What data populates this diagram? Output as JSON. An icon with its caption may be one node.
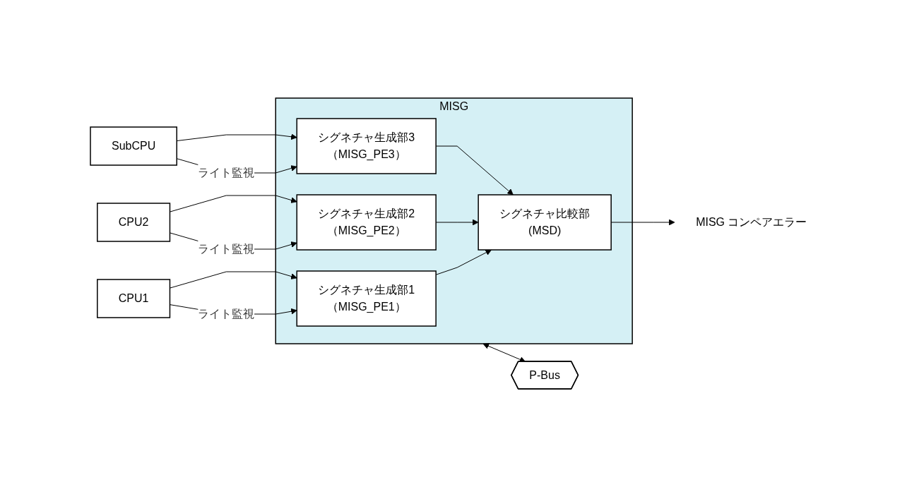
{
  "diagram": {
    "nodes": [
      {
        "text": [
          "CPU1"
        ]
      },
      {
        "text": [
          "CPU2"
        ]
      },
      {
        "text": [
          "SubCPU"
        ]
      },
      {
        "text": [
          "MISG"
        ]
      },
      {
        "text": [
          "シグネチャ生成部1",
          "（MISG_PE1）"
        ],
        "in": 3
      },
      {
        "text": [
          "シグネチャ生成部2",
          "（MISG_PE2）"
        ],
        "in": 3
      },
      {
        "text": [
          "シグネチャ生成部3",
          "（MISG_PE3）"
        ],
        "in": 3
      },
      {
        "text": [
          "シグネチャ比較部",
          "(MSD)"
        ],
        "in": 3
      },
      {
        "text": [
          "MISG コンペアエラー"
        ]
      },
      {
        "text": [
          "P-Bus"
        ]
      }
    ],
    "edges": [
      {
        "from": 0,
        "to": 4,
        "arrow": "to",
        "label": "ライト監視"
      },
      {
        "from": 0,
        "to": 4,
        "arrow": "to"
      },
      {
        "from": 1,
        "to": 5,
        "arrow": "to",
        "label": "ライト監視"
      },
      {
        "from": 1,
        "to": 5,
        "arrow": "to"
      },
      {
        "from": 2,
        "to": 6,
        "arrow": "to",
        "label": "ライト監視"
      },
      {
        "from": 2,
        "to": 6,
        "arrow": "to"
      },
      {
        "from": 4,
        "to": 7,
        "arrow": "to"
      },
      {
        "from": 5,
        "to": 7,
        "arrow": "to"
      },
      {
        "from": 6,
        "to": 7,
        "arrow": "to"
      },
      {
        "from": 7,
        "to": 8,
        "arrow": "to"
      },
      {
        "from": 3,
        "to": 9,
        "arrow": "both"
      }
    ]
  }
}
